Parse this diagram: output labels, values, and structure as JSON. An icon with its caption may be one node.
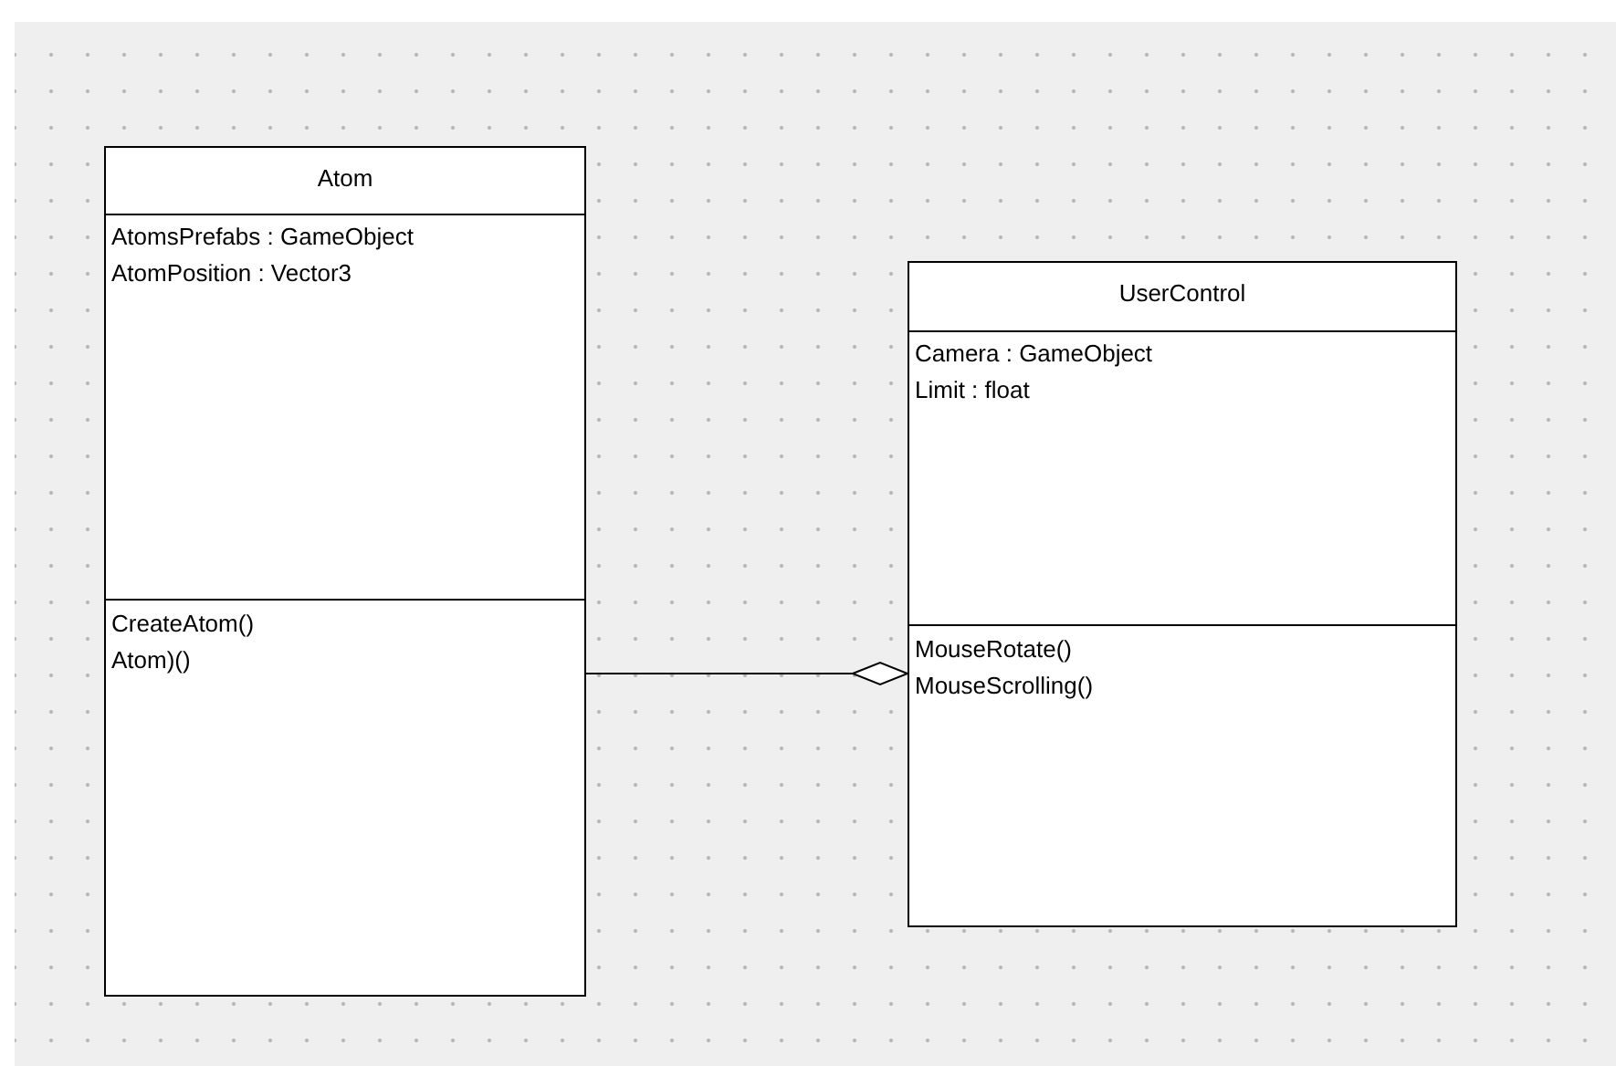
{
  "diagram": {
    "nodes": [
      {
        "text": [
          "Atom",
          "AtomsPrefabs : GameObject",
          "AtomPosition : Vector3",
          "CreateAtom()",
          "Atom)()"
        ]
      },
      {
        "text": [
          "UserControl",
          "Camera : GameObject",
          "Limit : float",
          "MouseRotate()",
          "MouseScrolling()"
        ]
      }
    ],
    "edges": [
      {
        "from": 0,
        "to": 1,
        "arrow": "other"
      }
    ]
  }
}
